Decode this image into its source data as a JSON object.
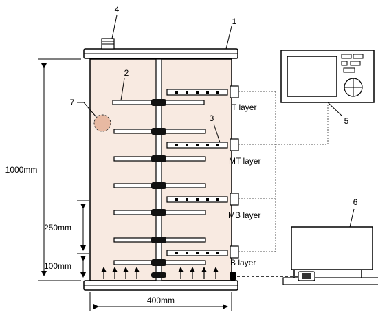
{
  "callouts": [
    "1",
    "2",
    "3",
    "4",
    "5",
    "6",
    "7"
  ],
  "layers": {
    "t": "T layer",
    "mt": "MT layer",
    "mb": "MB layer",
    "b": "B layer"
  },
  "dimensions": {
    "height_total": "1000mm",
    "spacing": "250mm",
    "bottom_offset": "100mm",
    "width": "400mm"
  },
  "colors": {
    "tank_fill": "#f8eae1",
    "circle_fill": "#e7b9a2",
    "stroke": "#000000",
    "dashed": "#555555"
  }
}
